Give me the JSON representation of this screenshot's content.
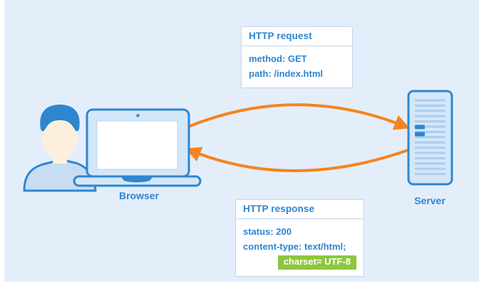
{
  "diagram": {
    "request_box": {
      "title": "HTTP request",
      "lines": [
        "method: GET",
        "path: /index.html"
      ]
    },
    "response_box": {
      "title": "HTTP response",
      "lines": [
        "status: 200",
        "content-type: text/html;"
      ],
      "highlight": "charset= UTF-8"
    },
    "browser": {
      "label": "Browser"
    },
    "server": {
      "label": "Server"
    }
  },
  "colors": {
    "background": "#e4eefb",
    "outline_blue": "#2f86d0",
    "text_blue": "#2e85d0",
    "arrow_orange": "#f6831e",
    "highlight_green": "#8dc63f",
    "panel_fill": "#d3e7f9",
    "shirt_fill": "#c7ddf4",
    "face_fill": "#fcf0dc",
    "vent_line": "#abceed",
    "box_border": "#c2d6ea"
  }
}
